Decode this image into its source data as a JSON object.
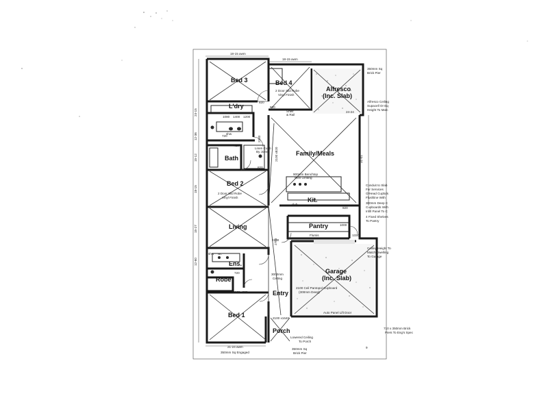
{
  "rooms": {
    "bed3": "Bed 3",
    "bed4": "Bed 4",
    "alfresco": "Alfresco",
    "alfresco_sub": "(Inc. Slab)",
    "ldry": "L'dry",
    "family": "Family/Meals",
    "bath": "Bath",
    "bed2": "Bed 2",
    "kit": "Kit.",
    "pantry": "Pantry",
    "living": "Living",
    "ens": "Ens.",
    "garage": "Garage",
    "garage_sub": "(Inc. Slab)",
    "robe": "Robe",
    "entry": "Entry",
    "bed1": "Bed 1",
    "porch": "Porch"
  },
  "notes": {
    "dim_top_left": "18-15 awm",
    "dim_top_mid": "18-15 awm",
    "brick_pier_top": "350mm Sq",
    "brick_pier_top_2": "Brick Pier",
    "robe_bed4_1": "2 Door Slid Robe",
    "robe_bed4_2": "Vinyl Finish",
    "alfresco_ceiling_1": "Alfresco Ceiling",
    "alfresco_ceiling_2": "Supacell Or Eq",
    "alfresco_ceiling_3": "Height To Matc",
    "dim_2424": "24-24",
    "dim_820_a": "820",
    "dim_820_b": "820",
    "dim_820_c": "820",
    "dim_820_d": "820",
    "dim_720_a": "720",
    "dim_720_b": "720",
    "dim_720_c": "720",
    "shelf_1": "Shelf",
    "shelf_2": "& Rail",
    "linen_1": "Linen Cupb",
    "linen_2": "By Joiner",
    "bench_1": "900mm Benchtop",
    "bench_2": "With O/hang",
    "robe_bed2_1": "2 Door Slid Robe",
    "robe_bed2_2": "Vinyl Finish",
    "conduit_1": "Conduit to Slab",
    "conduit_2": "For Services",
    "ohead_1": "O/Head Cupbds",
    "ohead_2": "Flushline With",
    "deep_1": "300mm Deep C",
    "deep_2": "Cupboards With",
    "deep_3": "Infill Panel To C",
    "shelves_1": "4 Fixed Shelves",
    "shelves_2": "To Pantry",
    "dim_1000": "1000",
    "flumis": "Flumis",
    "dim_1330": "1330",
    "ceiling_garage_1": "Ceiling Height To",
    "ceiling_garage_2": "Match Dwelling",
    "ceiling_garage_3": "To Garage",
    "ceiling_3000_1": "3000mm",
    "ceiling_3000_2": "Ceiling",
    "cupboard_1": "2100 Ceil Pantopol Cupboard",
    "cupboard_2": "(300mm Deep)",
    "auto_door": "Auto Panel Lift Door",
    "brick_piers_1": "710 x 350mm Brick",
    "brick_piers_2": "Piers To Eng's Spec",
    "porch_ceiling_1": "Lowered Ceiling",
    "porch_ceiling_2": "To Porch",
    "brick_pier_b_1": "350mm Sq",
    "brick_pier_b_2": "Brick Pier",
    "dim_bottom_1": "21-24 awm",
    "dim_bottom_2": "350mm Sq Engaged",
    "dim_left_1": "24-15",
    "dim_left_2": "12-36",
    "dim_left_3": "15-12",
    "dim_left_4": "18-15",
    "dim_left_5": "15-27",
    "dim_left_6": "12-60",
    "dim_right_1": "31-01",
    "dim_2100": "2100",
    "dim_2340": "2340",
    "dim_1080": "1080",
    "dim_1400": "1400",
    "dim_1200": "1200",
    "dim_2100_bath": "2100 x820",
    "dim_2100_robe": "2100 x820",
    "dim_2700": "2700",
    "dim_2100_entry": "2100 x1640",
    "shw": "shw",
    "wc": "wc",
    "club": "club",
    "page_mark": "9"
  }
}
